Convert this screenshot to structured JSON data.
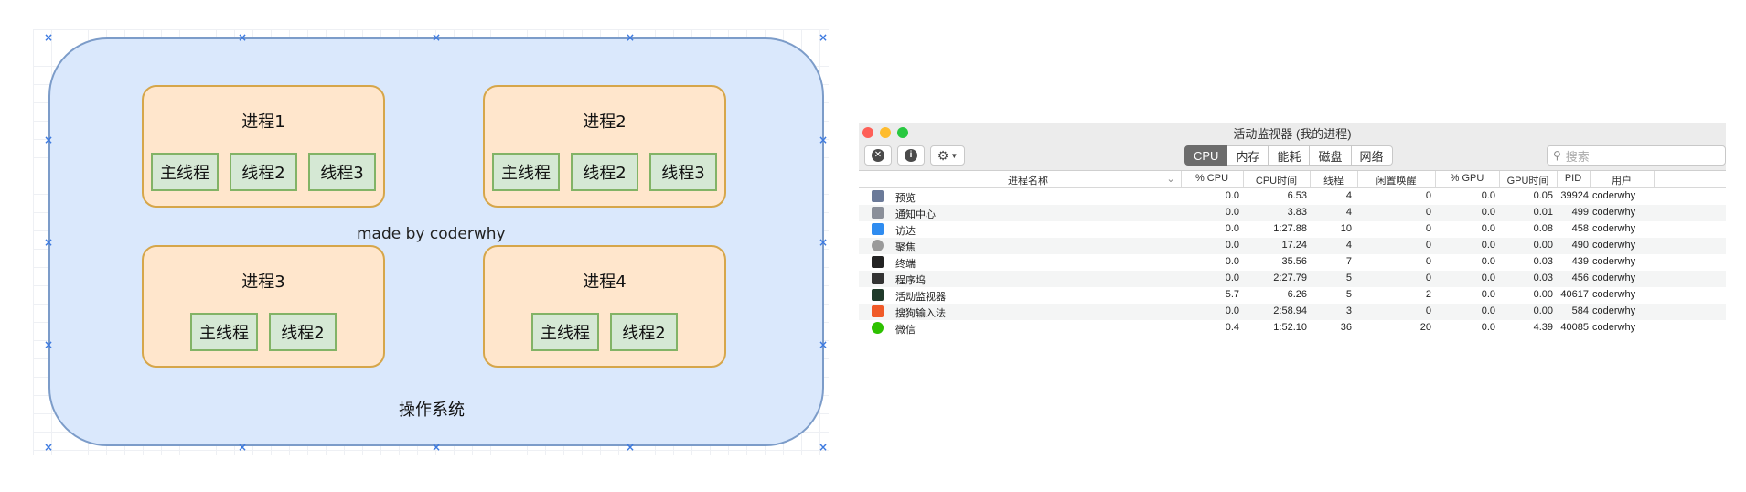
{
  "diagram": {
    "processes": [
      {
        "title": "进程1",
        "threads": [
          "主线程",
          "线程2",
          "线程3"
        ]
      },
      {
        "title": "进程2",
        "threads": [
          "主线程",
          "线程2",
          "线程3"
        ]
      },
      {
        "title": "进程3",
        "threads": [
          "主线程",
          "线程2"
        ]
      },
      {
        "title": "进程4",
        "threads": [
          "主线程",
          "线程2"
        ]
      }
    ],
    "made_by": "made by coderwhy",
    "os_label": "操作系统"
  },
  "window": {
    "title": "活动监视器 (我的进程)",
    "tabs": [
      {
        "label": "CPU",
        "active": true
      },
      {
        "label": "内存",
        "active": false
      },
      {
        "label": "能耗",
        "active": false
      },
      {
        "label": "磁盘",
        "active": false
      },
      {
        "label": "网络",
        "active": false
      }
    ],
    "search_placeholder": "搜索",
    "columns": [
      "进程名称",
      "% CPU",
      "CPU时间",
      "线程",
      "闲置唤醒",
      "% GPU",
      "GPU时间",
      "PID",
      "用户"
    ],
    "rows": [
      {
        "name": "预览",
        "cpu": "0.0",
        "cpu_time": "6.53",
        "threads": "4",
        "idle": "0",
        "gpu": "0.0",
        "gpu_time": "0.05",
        "pid": "39924",
        "user": "coderwhy",
        "icon": "preview-icon",
        "color": "#6b7a99"
      },
      {
        "name": "通知中心",
        "cpu": "0.0",
        "cpu_time": "3.83",
        "threads": "4",
        "idle": "0",
        "gpu": "0.0",
        "gpu_time": "0.01",
        "pid": "499",
        "user": "coderwhy",
        "icon": "notification-center-icon",
        "color": "#8a8f99"
      },
      {
        "name": "访达",
        "cpu": "0.0",
        "cpu_time": "1:27.88",
        "threads": "10",
        "idle": "0",
        "gpu": "0.0",
        "gpu_time": "0.08",
        "pid": "458",
        "user": "coderwhy",
        "icon": "finder-icon",
        "color": "#2f8cf0"
      },
      {
        "name": "聚焦",
        "cpu": "0.0",
        "cpu_time": "17.24",
        "threads": "4",
        "idle": "0",
        "gpu": "0.0",
        "gpu_time": "0.00",
        "pid": "490",
        "user": "coderwhy",
        "icon": "spotlight-icon",
        "color": "#9a9a9a"
      },
      {
        "name": "终端",
        "cpu": "0.0",
        "cpu_time": "35.56",
        "threads": "7",
        "idle": "0",
        "gpu": "0.0",
        "gpu_time": "0.03",
        "pid": "439",
        "user": "coderwhy",
        "icon": "terminal-icon",
        "color": "#222222"
      },
      {
        "name": "程序坞",
        "cpu": "0.0",
        "cpu_time": "2:27.79",
        "threads": "5",
        "idle": "0",
        "gpu": "0.0",
        "gpu_time": "0.03",
        "pid": "456",
        "user": "coderwhy",
        "icon": "dock-icon",
        "color": "#333333"
      },
      {
        "name": "活动监视器",
        "cpu": "5.7",
        "cpu_time": "6.26",
        "threads": "5",
        "idle": "2",
        "gpu": "0.0",
        "gpu_time": "0.00",
        "pid": "40617",
        "user": "coderwhy",
        "icon": "activity-monitor-icon",
        "color": "#1f3a2a"
      },
      {
        "name": "搜狗输入法",
        "cpu": "0.0",
        "cpu_time": "2:58.94",
        "threads": "3",
        "idle": "0",
        "gpu": "0.0",
        "gpu_time": "0.00",
        "pid": "584",
        "user": "coderwhy",
        "icon": "sogou-icon",
        "color": "#f05a28"
      },
      {
        "name": "微信",
        "cpu": "0.4",
        "cpu_time": "1:52.10",
        "threads": "36",
        "idle": "20",
        "gpu": "0.0",
        "gpu_time": "4.39",
        "pid": "40085",
        "user": "coderwhy",
        "icon": "wechat-icon",
        "color": "#2dc100"
      }
    ]
  }
}
